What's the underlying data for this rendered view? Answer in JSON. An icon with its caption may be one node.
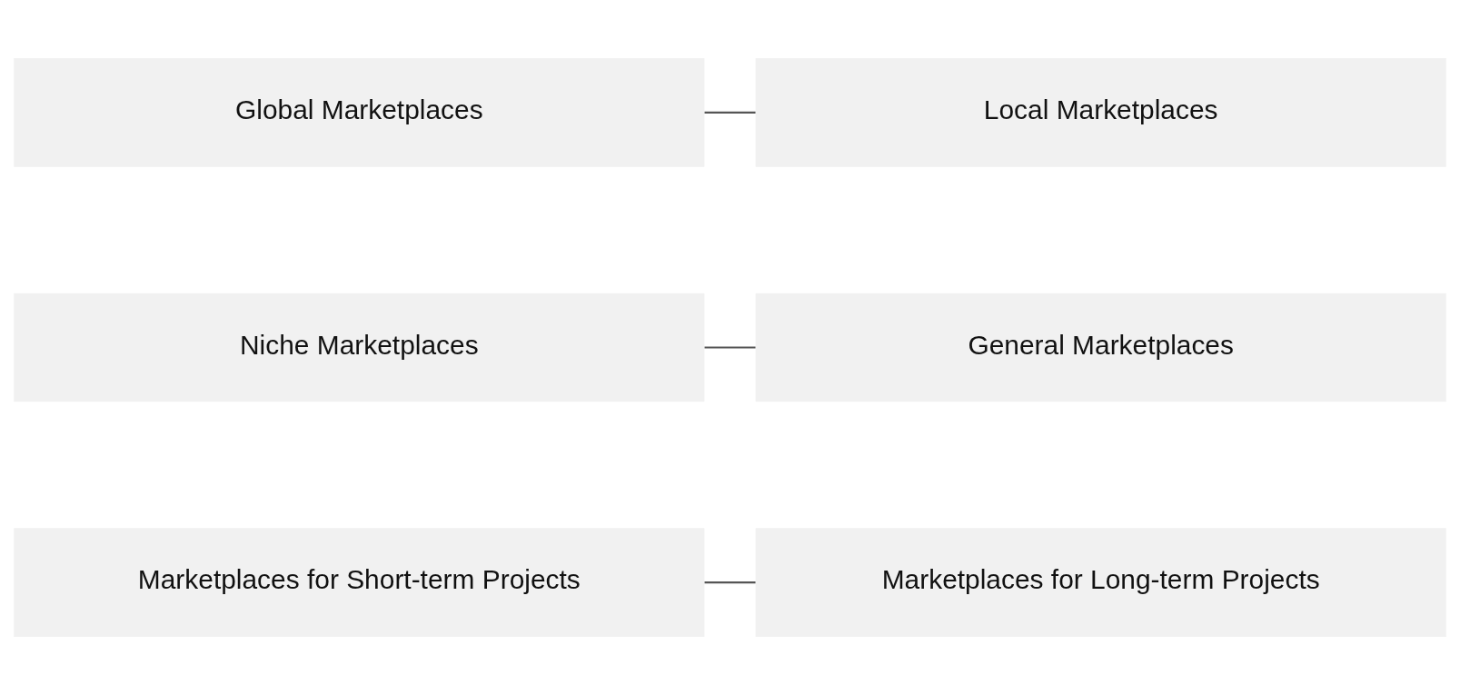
{
  "diagram": {
    "nodes": [
      {
        "text": [
          "Global Marketplaces"
        ]
      },
      {
        "text": [
          "Local Marketplaces"
        ]
      },
      {
        "text": [
          "Niche Marketplaces"
        ]
      },
      {
        "text": [
          "General Marketplaces"
        ]
      },
      {
        "text": [
          "Marketplaces for Short-term Projects"
        ]
      },
      {
        "text": [
          "Marketplaces for Long-term Projects"
        ]
      }
    ],
    "edges": [
      {
        "from": 0,
        "to": 1,
        "arrow": "none"
      },
      {
        "from": 2,
        "to": 3,
        "arrow": "none"
      },
      {
        "from": 4,
        "to": 5,
        "arrow": "none"
      }
    ]
  }
}
